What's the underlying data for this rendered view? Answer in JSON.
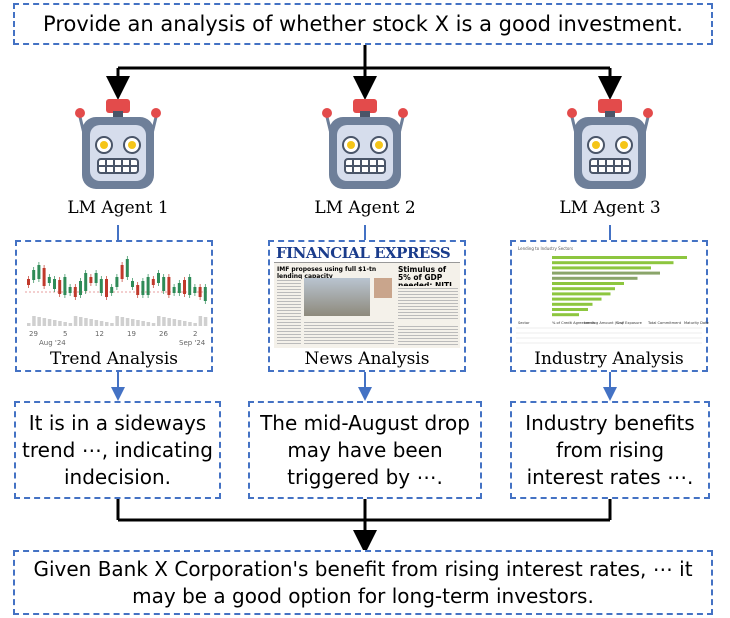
{
  "prompt": "Provide an analysis of whether stock X is a good investment.",
  "agents": [
    {
      "label": "LM Agent 1",
      "panel_caption": "Trend Analysis",
      "result": "It is in a sideways trend ⋯, indicating indecision."
    },
    {
      "label": "LM Agent 2",
      "panel_caption": "News Analysis",
      "result": "The mid-August drop may have been triggered by ⋯."
    },
    {
      "label": "LM Agent 3",
      "panel_caption": "Industry Analysis",
      "result": "Industry benefits from rising interest rates ⋯."
    }
  ],
  "conclusion": "Given Bank X Corporation's benefit from rising interest rates, ⋯ it may be a good option for long-term investors.",
  "trend_chart": {
    "x_ticks": [
      "29",
      "5",
      "12",
      "19",
      "26",
      "2"
    ],
    "month_labels": [
      "Aug '24",
      "Sep '24"
    ]
  },
  "news": {
    "masthead": "FINANCIAL EXPRESS",
    "headline_main": "IMF proposes using full $1-tn lending capacity",
    "headline_side": "Stimulus of 5% of GDP needed: NITI"
  },
  "industry": {
    "title": "Lending to Industry Sectors",
    "table_headers": [
      "Sector",
      "% of Credit Agreements",
      "Lending Amount (Crs)",
      "% of Exposure",
      "Total Commitment",
      "Maturity Date"
    ]
  },
  "colors": {
    "dashed_border": "#4472c4",
    "arrow_blue": "#4472c4",
    "connector": "#000000",
    "robot_body": "#6e7f99",
    "robot_face": "#d6ddec",
    "robot_accent": "#e34b4b"
  }
}
